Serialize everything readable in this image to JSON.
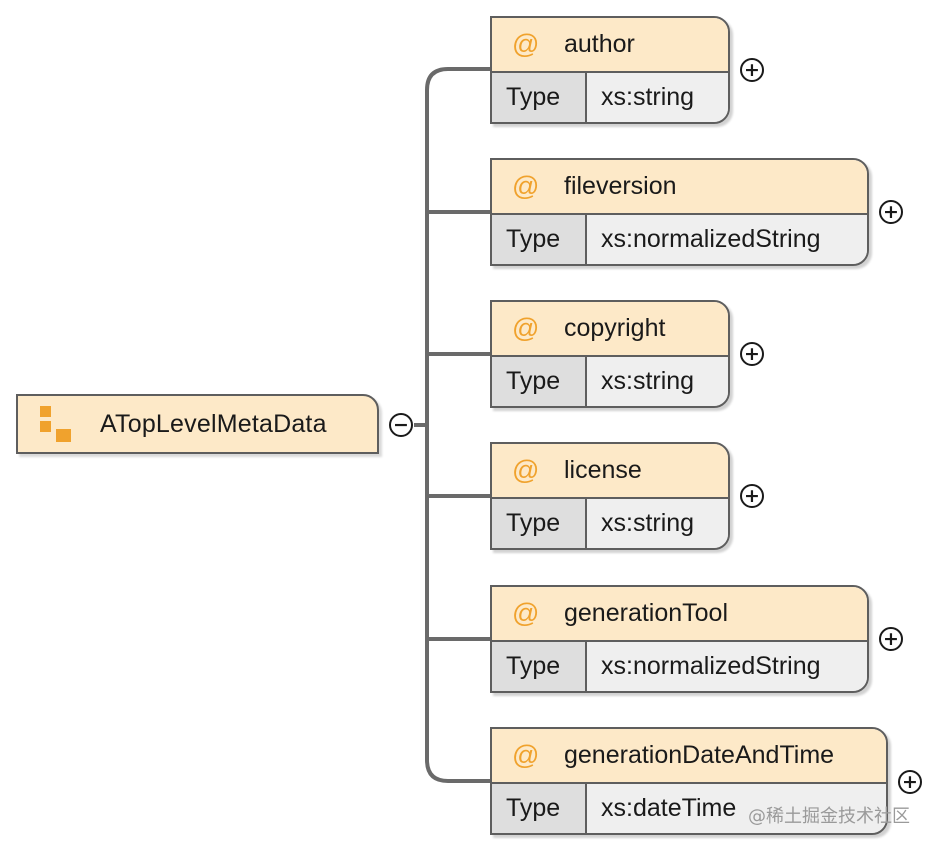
{
  "root": {
    "name": "ATopLevelMetaData",
    "toggle": "−"
  },
  "attribute_icon": "@",
  "type_label": "Type",
  "expand_symbol": "+",
  "attributes": [
    {
      "name": "author",
      "type": "xs:string"
    },
    {
      "name": "fileversion",
      "type": "xs:normalizedString"
    },
    {
      "name": "copyright",
      "type": "xs:string"
    },
    {
      "name": "license",
      "type": "xs:string"
    },
    {
      "name": "generationTool",
      "type": "xs:normalizedString"
    },
    {
      "name": "generationDateAndTime",
      "type": "xs:dateTime"
    }
  ],
  "watermark": "@稀土掘金技术社区",
  "colors": {
    "node_fill": "#fde9c8",
    "node_border": "#5e5e5e",
    "icon_orange": "#f0a22d",
    "type_label_fill": "#dedede",
    "type_value_fill": "#efefef"
  }
}
